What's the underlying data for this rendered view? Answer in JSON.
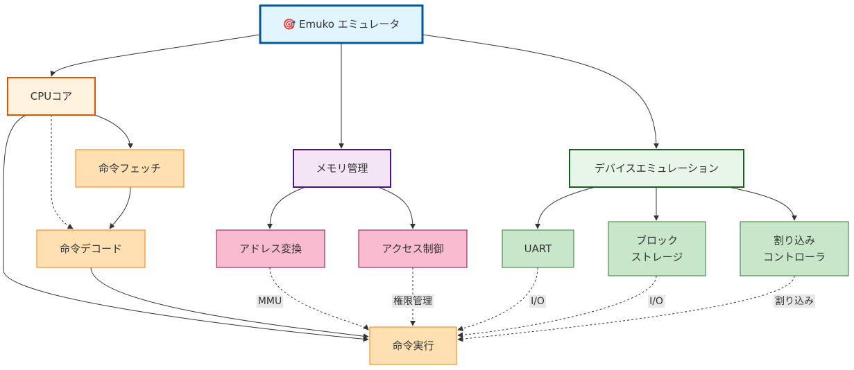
{
  "nodes": {
    "root": {
      "lines": [
        "🎯 Emuko エミュレータ"
      ],
      "fill": "#e1f5fe",
      "stroke": "#01579b"
    },
    "cpu": {
      "lines": [
        "CPUコア"
      ],
      "fill": "#fff3e0",
      "stroke": "#e65100"
    },
    "fetch": {
      "lines": [
        "命令フェッチ"
      ],
      "fill": "#ffe0b2",
      "stroke": "#f57c00"
    },
    "decode": {
      "lines": [
        "命令デコード"
      ],
      "fill": "#ffe0b2",
      "stroke": "#f57c00"
    },
    "memory": {
      "lines": [
        "メモリ管理"
      ],
      "fill": "#f3e5f5",
      "stroke": "#4a148c"
    },
    "addr": {
      "lines": [
        "アドレス変換"
      ],
      "fill": "#f8bbd0",
      "stroke": "#880e4f"
    },
    "access": {
      "lines": [
        "アクセス制御"
      ],
      "fill": "#f8bbd0",
      "stroke": "#880e4f"
    },
    "device": {
      "lines": [
        "デバイスエミュレーション"
      ],
      "fill": "#e8f5e9",
      "stroke": "#1b5e20"
    },
    "uart": {
      "lines": [
        "UART"
      ],
      "fill": "#c8e6c9",
      "stroke": "#2e7d32"
    },
    "block": {
      "lines": [
        "ブロック",
        "ストレージ"
      ],
      "fill": "#c8e6c9",
      "stroke": "#2e7d32"
    },
    "interrupt": {
      "lines": [
        "割り込み",
        "コントローラ"
      ],
      "fill": "#c8e6c9",
      "stroke": "#2e7d32"
    },
    "exec": {
      "lines": [
        "命令実行"
      ],
      "fill": "#ffe0b2",
      "stroke": "#f57c00"
    }
  },
  "edges": [
    {
      "from": "root",
      "to": "cpu",
      "style": "solid"
    },
    {
      "from": "root",
      "to": "memory",
      "style": "solid"
    },
    {
      "from": "root",
      "to": "device",
      "style": "solid"
    },
    {
      "from": "cpu",
      "to": "fetch",
      "style": "solid"
    },
    {
      "from": "cpu",
      "to": "decode",
      "style": "dashed"
    },
    {
      "from": "cpu",
      "to": "exec",
      "style": "solid"
    },
    {
      "from": "fetch",
      "to": "decode",
      "style": "solid"
    },
    {
      "from": "decode",
      "to": "exec",
      "style": "solid"
    },
    {
      "from": "memory",
      "to": "addr",
      "style": "solid"
    },
    {
      "from": "memory",
      "to": "access",
      "style": "solid"
    },
    {
      "from": "device",
      "to": "uart",
      "style": "solid"
    },
    {
      "from": "device",
      "to": "block",
      "style": "solid"
    },
    {
      "from": "device",
      "to": "interrupt",
      "style": "solid"
    },
    {
      "from": "addr",
      "to": "exec",
      "style": "dashed",
      "label": "MMU"
    },
    {
      "from": "access",
      "to": "exec",
      "style": "dashed",
      "label": "権限管理"
    },
    {
      "from": "uart",
      "to": "exec",
      "style": "dashed",
      "label": "I/O"
    },
    {
      "from": "block",
      "to": "exec",
      "style": "dashed",
      "label": "I/O"
    },
    {
      "from": "interrupt",
      "to": "exec",
      "style": "dashed",
      "label": "割り込み"
    }
  ]
}
